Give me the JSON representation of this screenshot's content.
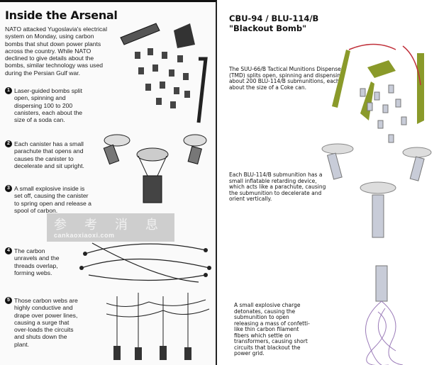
{
  "left": {
    "title": "Inside the Arsenal",
    "intro": "NATO attacked Yugoslavia's electrical system on Monday, using carbon bombs that shut down power plants across the country. While NATO declined to give details about the bombs, similar technology was used during the Persian Gulf war.",
    "steps": [
      {
        "num": "1",
        "text": "Laser-guided bombs split open, spinning and dispersing 100 to 200 canisters, each about the size of a soda can."
      },
      {
        "num": "2",
        "text": "Each canister has a small parachute that opens and causes the canister to decelerate and sit upright."
      },
      {
        "num": "3",
        "text": "A small explosive inside is set off, causing the canister to spring open and release a spool of carbon."
      },
      {
        "num": "4",
        "text": "The carbon unravels and the threads overlap, forming webs."
      },
      {
        "num": "5",
        "text": "Those carbon webs are highly conductive and drape over power lines, causing a surge that over-loads the circuits and shuts down the plant."
      }
    ],
    "watermark_cn": "参 考 消 息",
    "watermark_en": "cankaoxiaoxi.com"
  },
  "right": {
    "title_line1": "CBU-94 / BLU-114/B",
    "title_line2": "\"Blackout Bomb\"",
    "captions": [
      "The SUU-66/B Tactical Munitions Dispenser (TMD) splits open, spinning and dispensing about 200 BLU-114/B submunitions, each about the size of a Coke can.",
      "Each BLU-114/B submunition has a small inflatable retarding device, which acts like a parachute, causing the submunition to decelerate and orient vertically.",
      "A small explosive charge detonates, causing the submunition to open releasing a mass of confetti-like thin carbon filament fibers which settle on transformers, causing short circuits that blackout the power grid."
    ],
    "colors": {
      "dispenser": "#8a9a2a",
      "canister": "#c8ccd8",
      "fibers": "#9a7ab8",
      "motion": "#c0303a"
    }
  }
}
